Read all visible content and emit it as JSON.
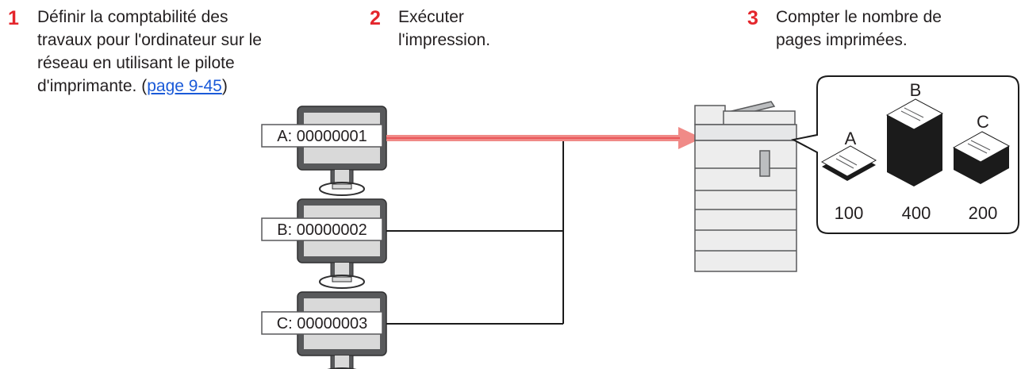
{
  "steps": [
    {
      "number": "1",
      "lines": [
        "Définir la comptabilité des",
        "travaux pour l'ordinateur sur le",
        "réseau en utilisant le pilote"
      ],
      "last_line_prefix": "d'imprimante. (",
      "link_text": "page 9-45",
      "last_line_suffix": ")"
    },
    {
      "number": "2",
      "lines": [
        "Exécuter",
        "l'impression."
      ]
    },
    {
      "number": "3",
      "lines": [
        "Compter le nombre de",
        "pages imprimées."
      ]
    }
  ],
  "computers": [
    {
      "label": "A: 00000001"
    },
    {
      "label": "B: 00000002"
    },
    {
      "label": "C: 00000003"
    }
  ],
  "counts": [
    {
      "letter": "A",
      "value": "100"
    },
    {
      "letter": "B",
      "value": "400"
    },
    {
      "letter": "C",
      "value": "200"
    }
  ],
  "colors": {
    "step_number": "#e4262c",
    "link": "#1a5ad8",
    "print_arrow": "#f08a87",
    "monitor_bezel": "#58595b",
    "monitor_screen": "#d9d9d9"
  }
}
